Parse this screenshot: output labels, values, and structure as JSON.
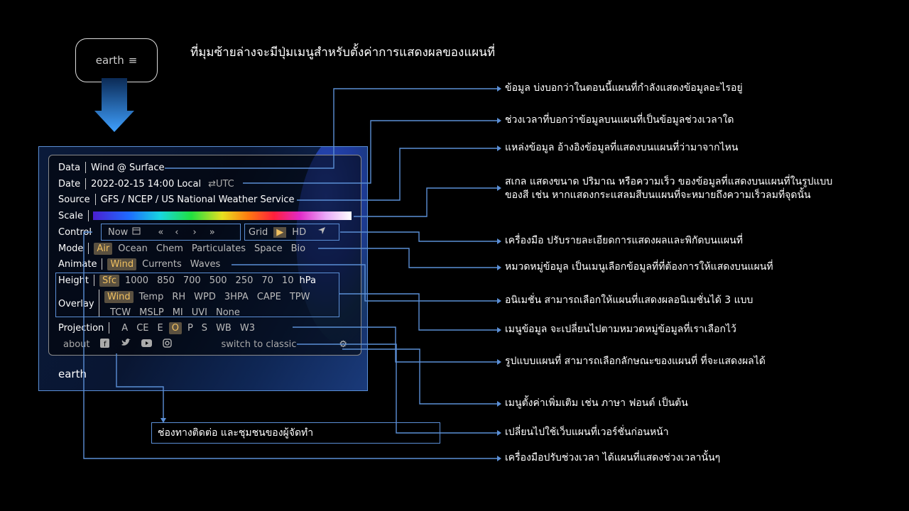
{
  "header": {
    "earth_button": "earth",
    "menu_glyph": "≡",
    "note": "ที่มุมซ้ายล่างจะมีปุ่มเมนูสำหรับตั้งค่าการแสดงผลของแผนที่"
  },
  "panel": {
    "data": {
      "label": "Data",
      "value": "Wind @ Surface"
    },
    "date": {
      "label": "Date",
      "value": "2022-02-15 14:00 Local",
      "utc": "⇄UTC"
    },
    "source": {
      "label": "Source",
      "value": "GFS / NCEP / US National Weather Service"
    },
    "scale": {
      "label": "Scale"
    },
    "control": {
      "label": "Control",
      "now": "Now",
      "grid": "Grid",
      "hd": "HD"
    },
    "mode": {
      "label": "Mode",
      "options": [
        "Air",
        "Ocean",
        "Chem",
        "Particulates",
        "Space",
        "Bio"
      ],
      "selected": "Air"
    },
    "animate": {
      "label": "Animate",
      "options": [
        "Wind",
        "Currents",
        "Waves"
      ],
      "selected": "Wind"
    },
    "height": {
      "label": "Height",
      "options": [
        "Sfc",
        "1000",
        "850",
        "700",
        "500",
        "250",
        "70",
        "10"
      ],
      "selected": "Sfc",
      "unit": "hPa"
    },
    "overlay": {
      "label": "Overlay",
      "row1": [
        "Wind",
        "Temp",
        "RH",
        "WPD",
        "3HPA",
        "CAPE",
        "TPW"
      ],
      "row2": [
        "TCW",
        "MSLP",
        "MI",
        "UVI",
        "None"
      ],
      "selected": "Wind"
    },
    "projection": {
      "label": "Projection",
      "options": [
        "A",
        "CE",
        "E",
        "O",
        "P",
        "S",
        "WB",
        "W3"
      ],
      "selected": "O"
    },
    "footer": {
      "about": "about",
      "classic": "switch to classic"
    },
    "earth_label": "earth"
  },
  "notes": {
    "data": "ข้อมูล บ่งบอกว่าในตอนนี้แผนที่กำลังแสดงข้อมูลอะไรอยู่",
    "date": "ช่วงเวลาที่บอกว่าข้อมูลบนแผนที่เป็นข้อมูลช่วงเวลาใด",
    "source": "แหล่งข้อมูล อ้างอิงข้อมูลที่แสดงบนแผนที่ว่ามาจากไหน",
    "scale_1": "สเกล แสดงขนาด ปริมาณ หรือความเร็ว ของข้อมูลที่แสดงบนแผนที่ในรูปแบบ",
    "scale_2": "ของสี เช่น หากแสดงกระแสลมสีบนแผนที่จะหมายถึงความเร็วลมที่จุดนั้น",
    "tools": "เครื่องมือ ปรับรายละเอียดการแสดงผลและพิกัดบนแผนที่",
    "mode": "หมวดหมู่ข้อมูล เป็นเมนูเลือกข้อมูลที่ที่ต้องการให้แสดงบนแผนที่",
    "animate": "อนิเมชั่น สามารถเลือกให้แผนที่แสดงผลอนิเมชั่นได้ 3 แบบ",
    "overlay": "เมนูข้อมูล จะเปลี่ยนไปตามหมวดหมู่ข้อมูลที่เราเลือกไว้",
    "projection": "รูปแบบแผนที่ สามารถเลือกลักษณะของแผนที่ ที่จะแสดงผลได้",
    "settings": "เมนูตั้งค่าเพิ่มเติม เช่น ภาษา ฟอนต์ เป็นต้น",
    "classic": "เปลี่ยนไปใช้เว็บแผนที่เวอร์ชั่นก่อนหน้า",
    "time": "เครื่องมือปรับช่วงเวลา ได้แผนที่แสดงช่วงเวลานั้นๆ",
    "contact": "ช่องทางติดต่อ และชุมชนของผู้จัดทำ"
  },
  "colors": {
    "accent_line": "#5b8fd6",
    "selected_bg": "#5a5040",
    "selected_text": "#f0c060"
  },
  "icons": [
    "calendar-icon",
    "rewind-icon",
    "back-icon",
    "forward-icon",
    "fast-forward-icon",
    "play-icon",
    "location-icon",
    "facebook-icon",
    "twitter-icon",
    "youtube-icon",
    "instagram-icon",
    "gear-icon"
  ]
}
